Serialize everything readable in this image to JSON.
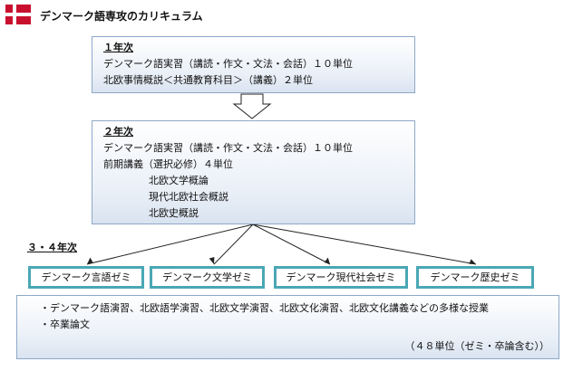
{
  "title": "デンマーク語専攻のカリキュラム",
  "flag": {
    "red": "#c8102e",
    "white": "#ffffff"
  },
  "year1": {
    "heading": "１年次",
    "lines": [
      "デンマーク語実習（講読・作文・文法・会話）１０単位",
      "北欧事情概説＜共通教育科目＞（講義）２単位"
    ]
  },
  "year2": {
    "heading": "２年次",
    "lines": [
      "デンマーク語実習（講読・作文・文法・会話）１０単位",
      "前期講義（選択必修）４単位"
    ],
    "electives": [
      "北欧文学概論",
      "現代北欧社会概説",
      "北欧史概説"
    ]
  },
  "year34": {
    "heading": "３・４年次",
    "seminars": [
      "デンマーク言語ゼミ",
      "デンマーク文学ゼミ",
      "デンマーク現代社会ゼミ",
      "デンマーク歴史ゼミ"
    ],
    "lines": [
      "・デンマーク語演習、北欧語学演習、北欧文学演習、北欧文化演習、北欧文化講義などの多様な授業",
      "・卒業論文"
    ],
    "credits": "（４８単位（ゼミ・卒論含む））"
  },
  "colors": {
    "box_border": "#8ea8c8",
    "seminar_border": "#4aa7b5"
  }
}
